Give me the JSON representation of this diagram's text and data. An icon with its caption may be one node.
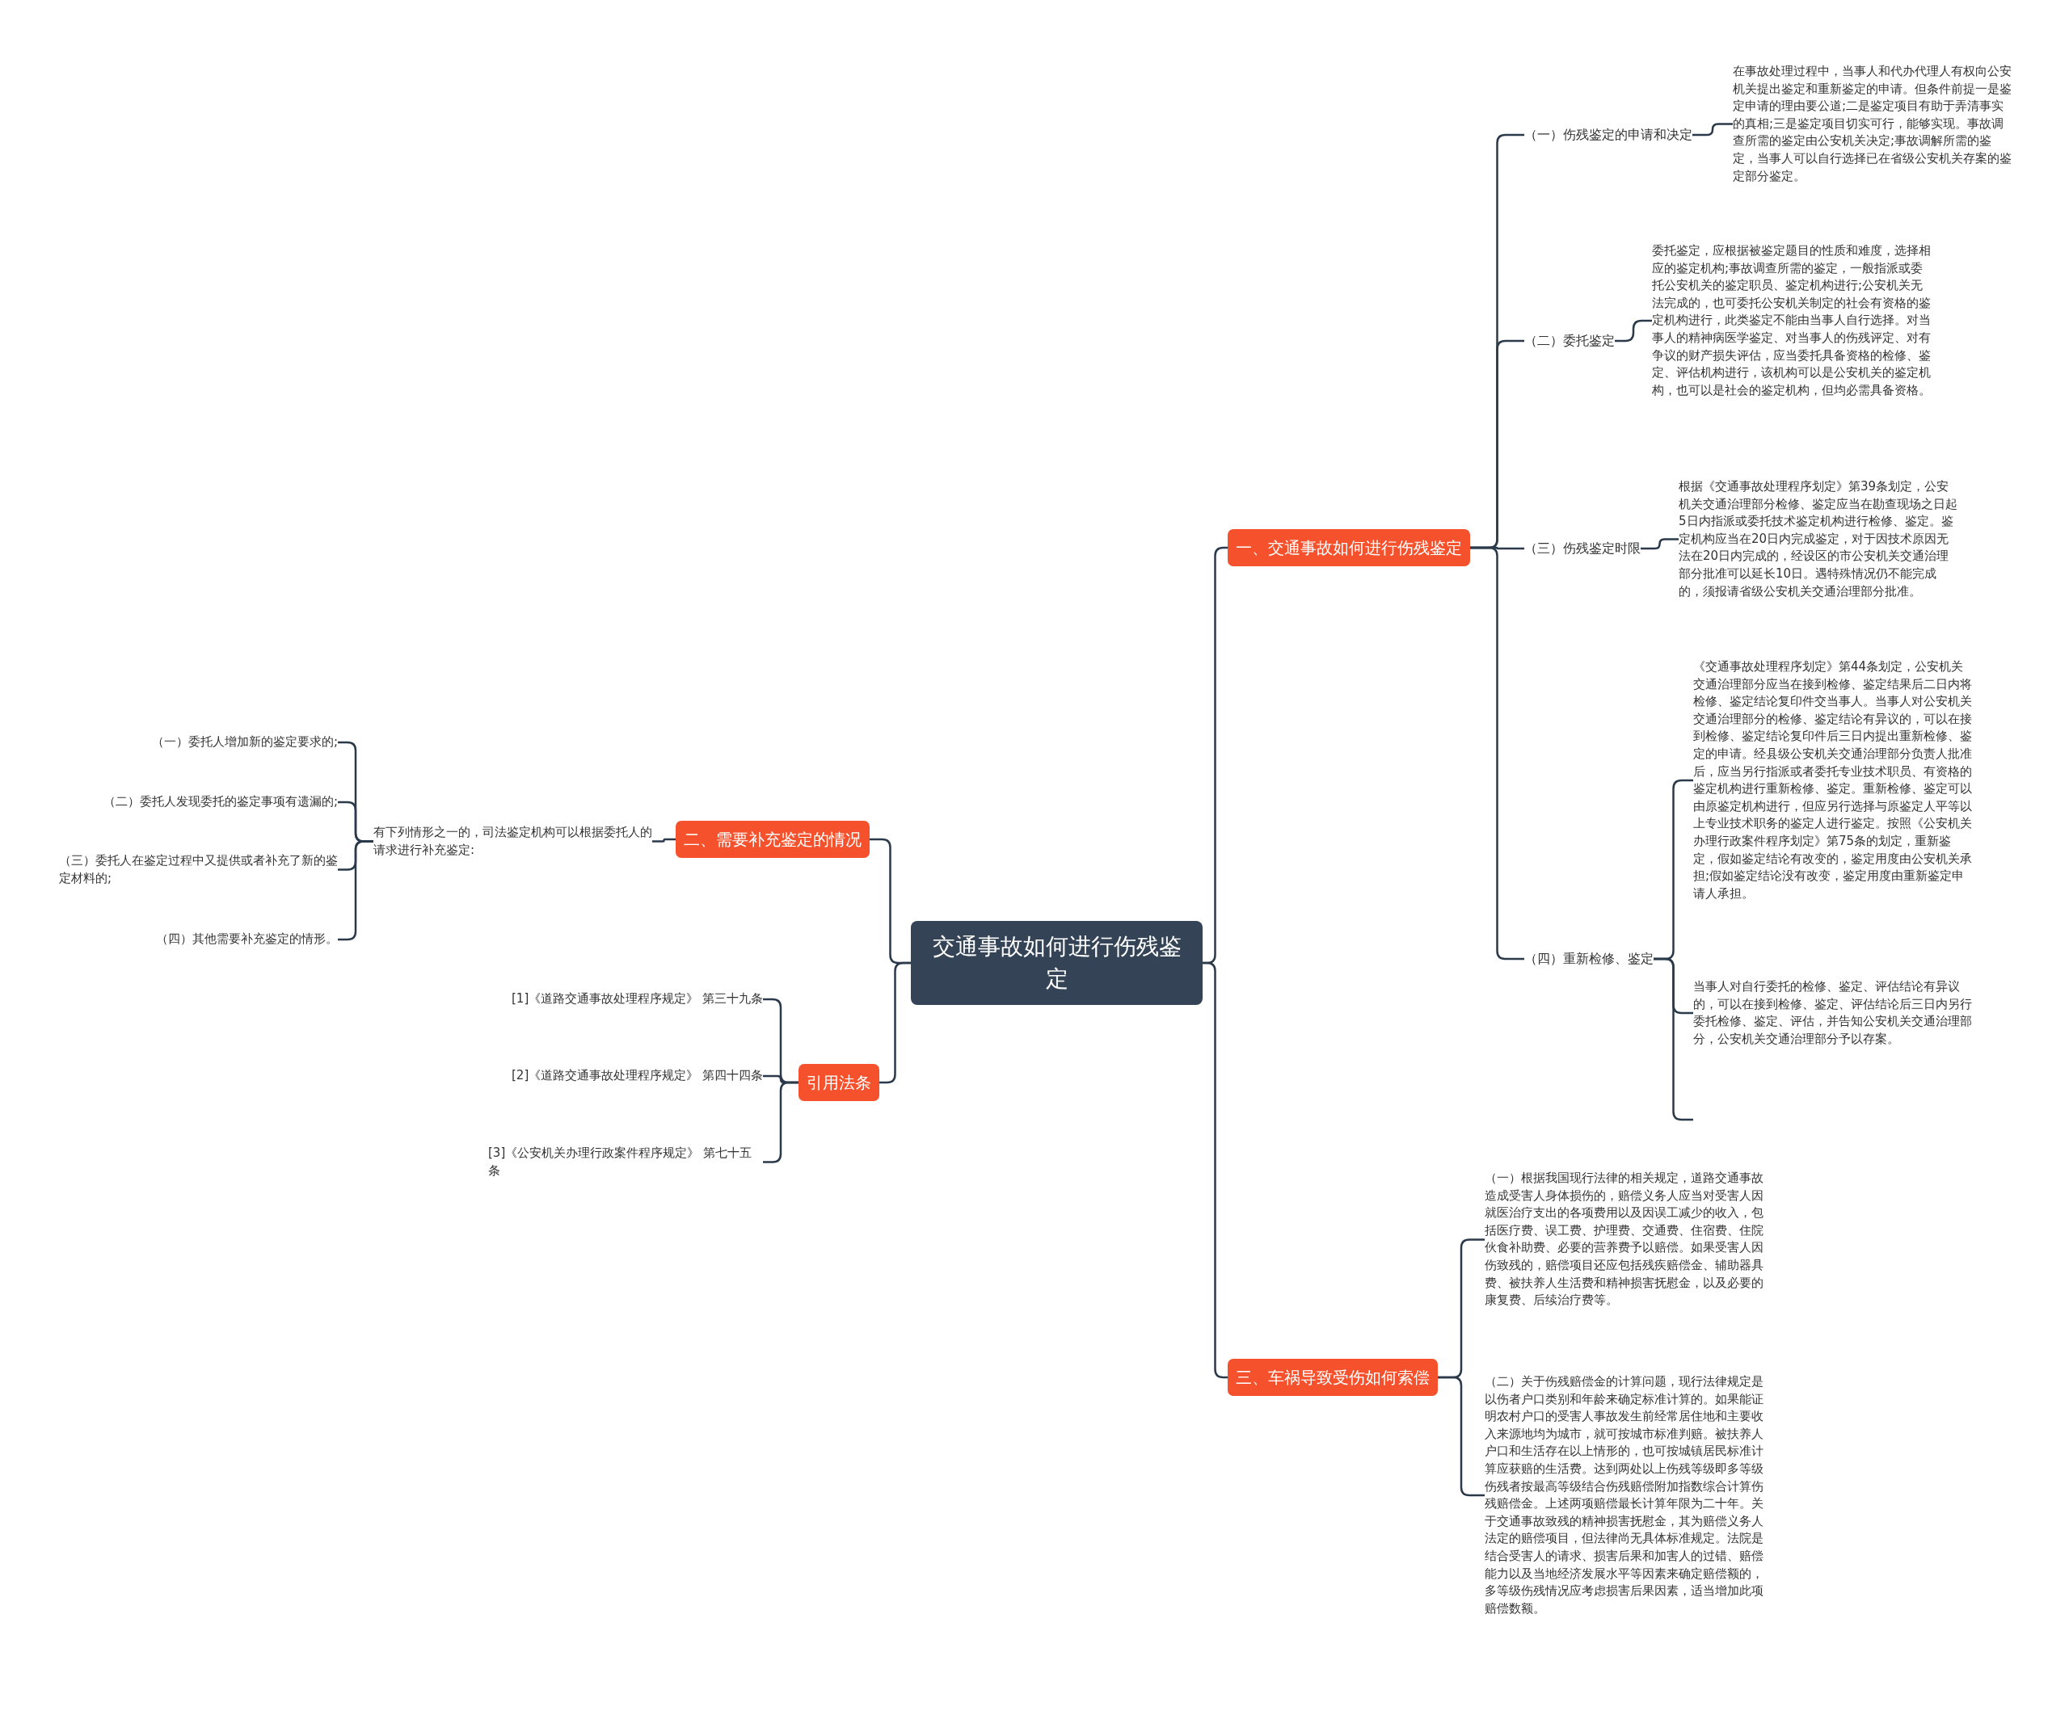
{
  "diagram": {
    "nodes": [
      {
        "text": [
          "交通事故如何进行伤残鉴定"
        ]
      },
      {
        "text": [
          "一、交通事故如何进行伤残鉴定"
        ]
      },
      {
        "text": [
          "（一）伤残鉴定的申请和决定"
        ]
      },
      {
        "text": [
          "在事故处理过程中，当事人和代办代理人有权向公安机关提出鉴定和重新鉴定的申请。但条件前提一是鉴定申请的理由要公道;二是鉴定项目有助于弄清事实的真相;三是鉴定项目切实可行，能够实现。事故调查所需的鉴定由公安机关决定;事故调解所需的鉴定，当事人可以自行选择已在省级公安机关存案的鉴定部分鉴定。"
        ]
      },
      {
        "text": [
          "（二）委托鉴定"
        ]
      },
      {
        "text": [
          "委托鉴定，应根据被鉴定题目的性质和难度，选择相应的鉴定机构;事故调查所需的鉴定，一般指派或委托公安机关的鉴定职员、鉴定机构进行;公安机关无法完成的，也可委托公安机关制定的社会有资格的鉴定机构进行，此类鉴定不能由当事人自行选择。对当事人的精神病医学鉴定、对当事人的伤残评定、对有争议的财产损失评估，应当委托具备资格的检修、鉴定、评估机构进行，该机构可以是公安机关的鉴定机构，也可以是社会的鉴定机构，但均必需具备资格。"
        ]
      },
      {
        "text": [
          "（三）伤残鉴定时限"
        ]
      },
      {
        "text": [
          "根据《交通事故处理程序划定》第39条划定，公安机关交通治理部分检修、鉴定应当在勘查现场之日起5日内指派或委托技术鉴定机构进行检修、鉴定。鉴定机构应当在20日内完成鉴定，对于因技术原因无法在20日内完成的，经设区的市公安机关交通治理部分批准可以延长10日。遇特殊情况仍不能完成的，须报请省级公安机关交通治理部分批准。"
        ]
      },
      {
        "text": [
          "（四）重新检修、鉴定"
        ]
      },
      {
        "text": [
          "《交通事故处理程序划定》第44条划定，公安机关交通治理部分应当在接到检修、鉴定结果后二日内将检修、鉴定结论复印件交当事人。当事人对公安机关交通治理部分的检修、鉴定结论有异议的，可以在接到检修、鉴定结论复印件后三日内提出重新检修、鉴定的申请。经县级公安机关交通治理部分负责人批准后，应当另行指派或者委托专业技术职员、有资格的鉴定机构进行重新检修、鉴定。重新检修、鉴定可以由原鉴定机构进行，但应另行选择与原鉴定人平等以上专业技术职务的鉴定人进行鉴定。按照《公安机关办理行政案件程序划定》第75条的划定，重新鉴定，假如鉴定结论有改变的，鉴定用度由公安机关承担;假如鉴定结论没有改变，鉴定用度由重新鉴定申请人承担。"
        ]
      },
      {
        "text": [
          "当事人对自行委托的检修、鉴定、评估结论有异议的，可以在接到检修、鉴定、评估结论后三日内另行委托检修、鉴定、评估，并告知公安机关交通治理部分，公安机关交通治理部分予以存案。"
        ]
      },
      {
        "text": [
          "二、需要补充鉴定的情况"
        ]
      },
      {
        "text": [
          "有下列情形之一的，司法鉴定机构可以根据委托人的请求进行补充鉴定:"
        ]
      },
      {
        "text": [
          "（一）委托人增加新的鉴定要求的;"
        ]
      },
      {
        "text": [
          "（二）委托人发现委托的鉴定事项有遗漏的;"
        ]
      },
      {
        "text": [
          "（三）委托人在鉴定过程中又提供或者补充了新的鉴定材料的;"
        ]
      },
      {
        "text": [
          "（四）其他需要补充鉴定的情形。"
        ]
      },
      {
        "text": [
          "引用法条"
        ]
      },
      {
        "text": [
          "[1]《道路交通事故处理程序规定》 第三十九条"
        ]
      },
      {
        "text": [
          "[2]《道路交通事故处理程序规定》 第四十四条"
        ]
      },
      {
        "text": [
          "[3]《公安机关办理行政案件程序规定》 第七十五条"
        ]
      },
      {
        "text": [
          "三、车祸导致受伤如何索偿"
        ]
      },
      {
        "text": [
          "（一）根据我国现行法律的相关规定，道路交通事故造成受害人身体损伤的，赔偿义务人应当对受害人因就医治疗支出的各项费用以及因误工减少的收入，包括医疗费、误工费、护理费、交通费、住宿费、住院伙食补助费、必要的营养费予以赔偿。如果受害人因伤致残的，赔偿项目还应包括残疾赔偿金、辅助器具费、被扶养人生活费和精神损害抚慰金，以及必要的康复费、后续治疗费等。"
        ]
      },
      {
        "text": [
          "（二）关于伤残赔偿金的计算问题，现行法律规定是以伤者户口类别和年龄来确定标准计算的。如果能证明农村户口的受害人事故发生前经常居住地和主要收入来源地均为城市，就可按城市标准判赔。被扶养人户口和生活存在以上情形的，也可按城镇居民标准计算应获赔的生活费。达到两处以上伤残等级即多等级伤残者按最高等级结合伤残赔偿附加指数综合计算伤残赔偿金。上述两项赔偿最长计算年限为二十年。关于交通事故致残的精神损害抚慰金，其为赔偿义务人法定的赔偿项目，但法律尚无具体标准规定。法院是结合受害人的请求、损害后果和加害人的过错、赔偿能力以及当地经济发展水平等因素来确定赔偿额的，多等级伤残情况应考虑损害后果因素，适当增加此项赔偿数额。"
        ]
      }
    ],
    "edges": [
      {
        "from": 0,
        "to": 1,
        "arrow": "none"
      },
      {
        "from": 1,
        "to": 2,
        "arrow": "none"
      },
      {
        "from": 2,
        "to": 3,
        "arrow": "none"
      },
      {
        "from": 1,
        "to": 4,
        "arrow": "none"
      },
      {
        "from": 4,
        "to": 5,
        "arrow": "none"
      },
      {
        "from": 1,
        "to": 6,
        "arrow": "none"
      },
      {
        "from": 6,
        "to": 7,
        "arrow": "none"
      },
      {
        "from": 1,
        "to": 8,
        "arrow": "none"
      },
      {
        "from": 8,
        "to": 9,
        "arrow": "none"
      },
      {
        "from": 8,
        "to": 10,
        "arrow": "none"
      },
      {
        "from": 8,
        "to": null,
        "arrow": "none"
      },
      {
        "from": 0,
        "to": 11,
        "arrow": "none"
      },
      {
        "from": 11,
        "to": 12,
        "arrow": "none"
      },
      {
        "from": 12,
        "to": 13,
        "arrow": "none"
      },
      {
        "from": 12,
        "to": 14,
        "arrow": "none"
      },
      {
        "from": 12,
        "to": 15,
        "arrow": "none"
      },
      {
        "from": 12,
        "to": 16,
        "arrow": "none"
      },
      {
        "from": 0,
        "to": 17,
        "arrow": "none"
      },
      {
        "from": 17,
        "to": 18,
        "arrow": "none"
      },
      {
        "from": 17,
        "to": 19,
        "arrow": "none"
      },
      {
        "from": 17,
        "to": 20,
        "arrow": "none"
      },
      {
        "from": 0,
        "to": 21,
        "arrow": "none"
      },
      {
        "from": 21,
        "to": 22,
        "arrow": "none"
      },
      {
        "from": 21,
        "to": 23,
        "arrow": "none"
      }
    ]
  }
}
